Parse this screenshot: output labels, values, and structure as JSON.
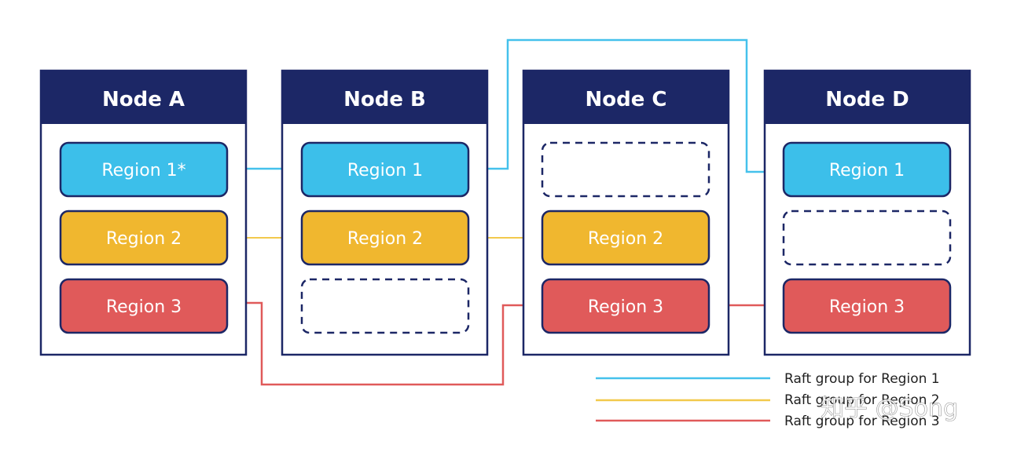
{
  "colors": {
    "navy": "#1c2766",
    "region1": "#3cbfea",
    "region2": "#f0b72f",
    "region3": "#e05a5a",
    "line1": "#45c1ec",
    "line2": "#f2c94c",
    "line3": "#e05a5a"
  },
  "nodes": [
    {
      "title": "Node A",
      "slots": [
        {
          "label": "Region 1*",
          "group": "region1"
        },
        {
          "label": "Region 2",
          "group": "region2"
        },
        {
          "label": "Region 3",
          "group": "region3"
        }
      ]
    },
    {
      "title": "Node B",
      "slots": [
        {
          "label": "Region 1",
          "group": "region1"
        },
        {
          "label": "Region 2",
          "group": "region2"
        },
        {
          "label": "",
          "group": "empty"
        }
      ]
    },
    {
      "title": "Node C",
      "slots": [
        {
          "label": "",
          "group": "empty"
        },
        {
          "label": "Region 2",
          "group": "region2"
        },
        {
          "label": "Region 3",
          "group": "region3"
        }
      ]
    },
    {
      "title": "Node D",
      "slots": [
        {
          "label": "Region 1",
          "group": "region1"
        },
        {
          "label": "",
          "group": "empty"
        },
        {
          "label": "Region 3",
          "group": "region3"
        }
      ]
    }
  ],
  "legend": [
    {
      "label": "Raft group for Region 1",
      "color": "#45c1ec"
    },
    {
      "label": "Raft group for Region 2",
      "color": "#f2c94c"
    },
    {
      "label": "Raft group for Region 3",
      "color": "#e05a5a"
    }
  ],
  "watermark": "知乎 @Song"
}
